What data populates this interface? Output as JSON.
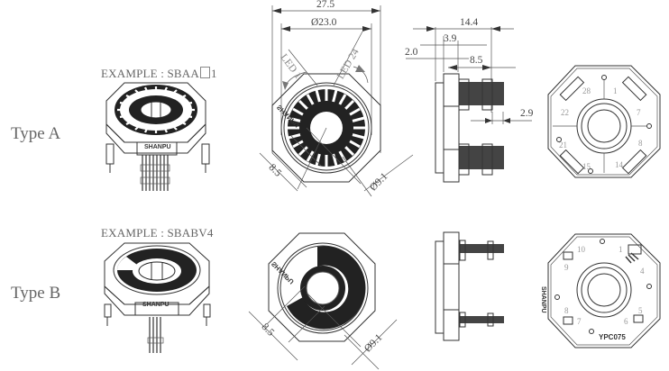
{
  "rows": [
    {
      "type_label": "Type A",
      "example": {
        "prefix": "EXAMPLE : SBAA",
        "suffix": "1"
      },
      "front_view": {
        "width_overall": "27.5",
        "ring_diameter": "Ø23.0",
        "led_labels": [
          "LED 1",
          "LED 24"
        ],
        "brand": "SHANPU",
        "flat_dim": "8.5",
        "inner_diameter": "Ø9.1"
      },
      "side_view": {
        "dims": [
          "14.4",
          "3.9",
          "2.0",
          "8.5",
          "2.9"
        ]
      },
      "bottom_view": {
        "pin_labels": [
          "1",
          "7",
          "8",
          "14",
          "15",
          "21",
          "22",
          "28"
        ]
      }
    },
    {
      "type_label": "Type B",
      "example": {
        "prefix": "EXAMPLE : SBABV4",
        "suffix": ""
      },
      "front_view": {
        "brand": "SHANPU",
        "flat_dim": "8.5",
        "inner_diameter": "Ø9.1"
      },
      "bottom_view": {
        "pin_labels": [
          "1",
          "4",
          "5",
          "6",
          "7",
          "8",
          "9",
          "10"
        ],
        "brand": "SHANPU",
        "part_code": "YPC075"
      }
    }
  ]
}
